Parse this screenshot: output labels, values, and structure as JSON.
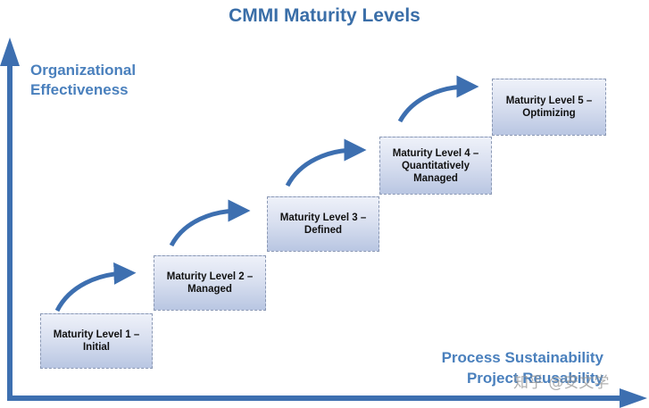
{
  "title": "CMMI Maturity Levels",
  "y_axis_label_line1": "Organizational",
  "y_axis_label_line2": "Effectiveness",
  "x_axis_label_line1": "Process Sustainability",
  "x_axis_label_line2": "Project Reusability",
  "levels": [
    {
      "label": "Maturity Level 1 –\nInitial"
    },
    {
      "label": "Maturity Level 2 –\nManaged"
    },
    {
      "label": "Maturity Level 3 –\nDefined"
    },
    {
      "label": "Maturity Level 4 –\nQuantitatively\nManaged"
    },
    {
      "label": "Maturity Level 5 –\nOptimizing"
    }
  ],
  "watermark": "知乎 @安文学",
  "colors": {
    "title": "#3a6ea8",
    "axis": "#3d6fb0",
    "arrow": "#3d6fb0",
    "box_border": "#8a98b4",
    "label": "#4a80bd"
  }
}
